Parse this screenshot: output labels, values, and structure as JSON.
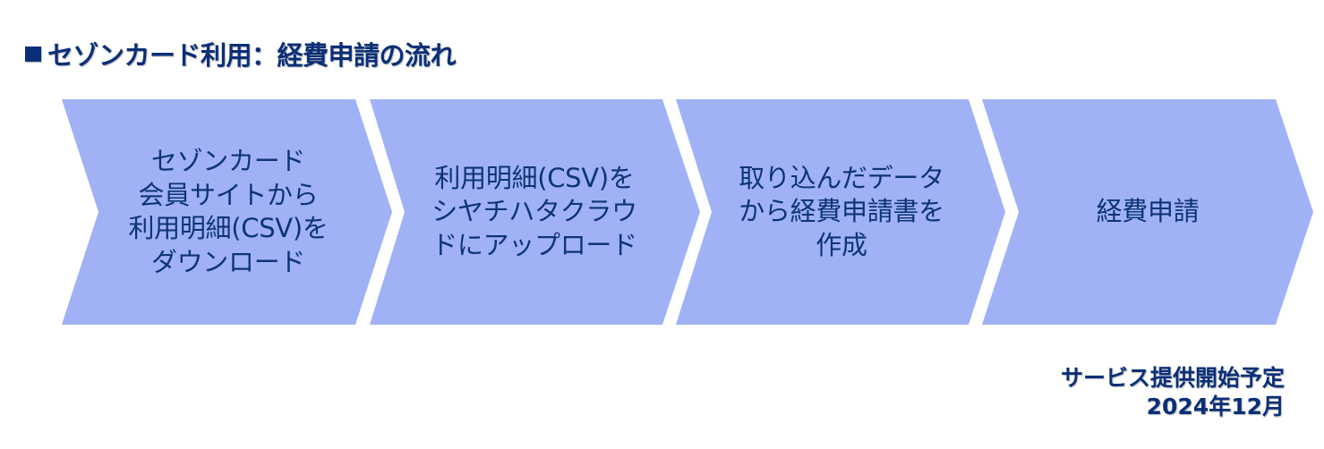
{
  "title": {
    "bullet_icon": "square-bullet-icon",
    "text": "セゾンカード利用：経費申請の流れ"
  },
  "colors": {
    "chevron_fill": "#A0B2F5",
    "text": "#0D3478",
    "title": "#0B2F78",
    "background": "#FFFFFF"
  },
  "steps": [
    {
      "label": "セゾンカード\n会員サイトから\n利用明細(CSV)を\nダウンロード"
    },
    {
      "label": "利用明細(CSV)を\nシヤチハタクラウ\nドにアップロード"
    },
    {
      "label": "取り込んだデータ\nから経費申請書を\n作成"
    },
    {
      "label": "経費申請"
    }
  ],
  "footer": {
    "line1": "サービス提供開始予定",
    "line2": "2024年12月"
  }
}
